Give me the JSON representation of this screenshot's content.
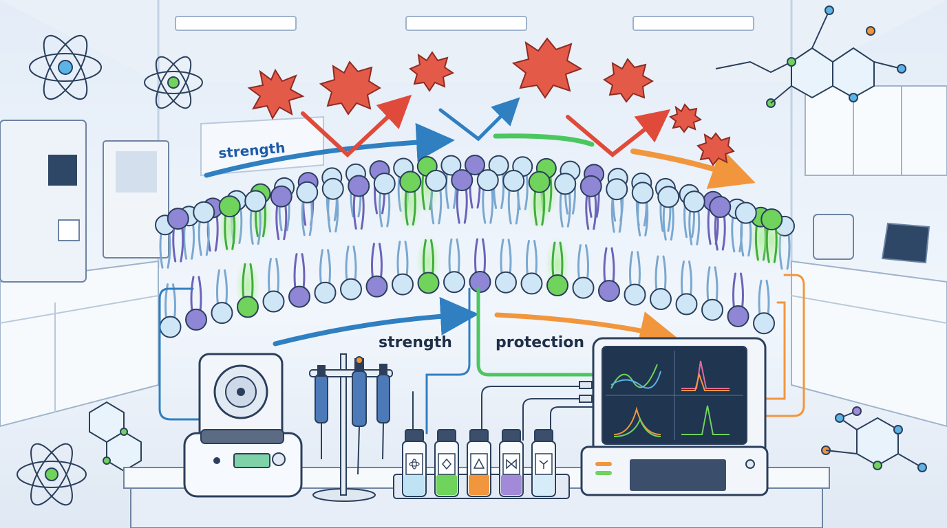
{
  "labels": {
    "banner": "strength",
    "strength": "strength",
    "protection": "protection"
  },
  "colors": {
    "background": "#eef3fa",
    "head_blue": "#cfe6f6",
    "head_purple": "#8f86d6",
    "head_green": "#6fd35c",
    "outline": "#2b3f5c",
    "arrow_blue": "#2f7fc1",
    "arrow_green": "#4cc760",
    "arrow_orange": "#f2963d",
    "arrow_red": "#e04a3a",
    "threat_red": "#e45a48",
    "screen": "#1f3550"
  },
  "icons": [
    "atom-icon",
    "molecule-icon",
    "threat-particle-icon",
    "centrifuge-icon",
    "pipette-icon",
    "vial-icon",
    "monitor-icon",
    "coffee-machine-icon",
    "laptop-icon"
  ],
  "vials": [
    {
      "liquid": "#bfe3f5",
      "symbol": "atom"
    },
    {
      "liquid": "#6fd35c",
      "symbol": "diamond"
    },
    {
      "liquid": "#f2963d",
      "symbol": "triangle"
    },
    {
      "liquid": "#a28ad8",
      "symbol": "bowtie"
    },
    {
      "liquid": "#d6ecf8",
      "symbol": "network"
    }
  ]
}
